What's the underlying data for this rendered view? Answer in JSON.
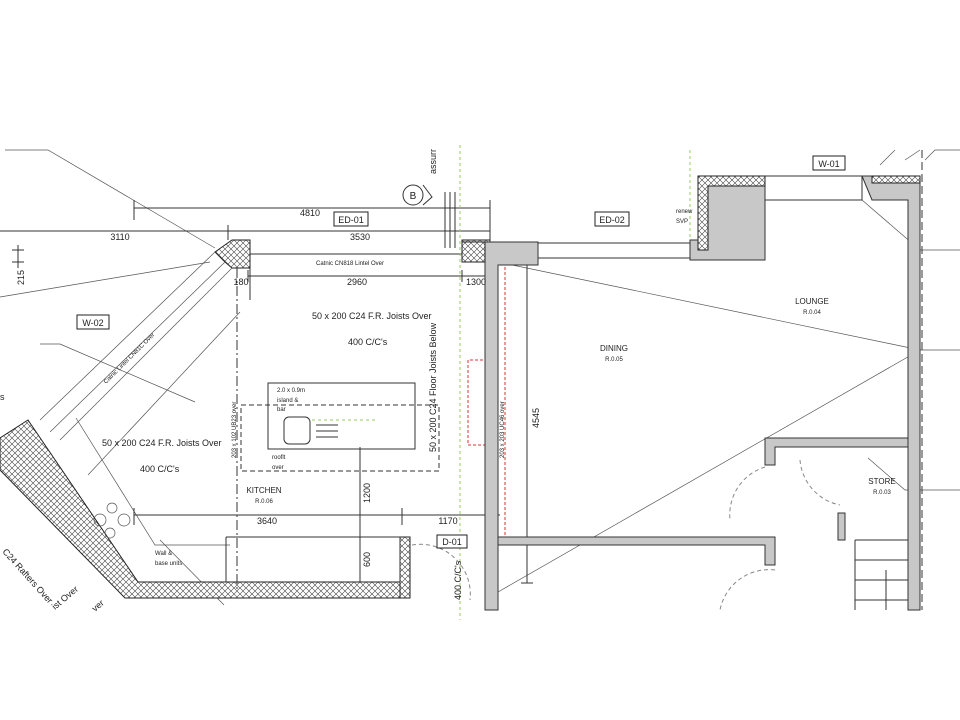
{
  "section_marker": "B",
  "assurr": "assurr",
  "dimensions": {
    "d4810": "4810",
    "d3110": "3110",
    "d3530": "3530",
    "d215": "215",
    "d180": "180",
    "d2960": "2960",
    "d1300": "1300",
    "d3640": "3640",
    "d1170": "1170",
    "d1200": "1200",
    "d600": "600",
    "d4545": "4545"
  },
  "tags": {
    "ed01": "ED-01",
    "ed02": "ED-02",
    "w01": "W-01",
    "w02": "W-02",
    "d01": "D-01"
  },
  "notes": {
    "lintel_top": "Catnic CN818 Lintel Over",
    "lintel_diag": "Catnic Lintel CN81C Over",
    "joists_top": "50 x 200 C24 F.R. Joists Over",
    "joists_top_cc": "400 C/C's",
    "joists_left": "50 x 200 C24 F.R. Joists Over",
    "joists_left_cc": "400 C/C's",
    "island_1": "2.0 x 0.9m",
    "island_2": "island &",
    "island_3": "bar",
    "rooflt_1": "rooflt",
    "rooflt_2": "over",
    "ub": "203 x 102 UB23  over",
    "floor_joists": "50 x 200 C24 Floor Joists Below",
    "uc": "203 x 203 UC46 over",
    "wall_units_1": "Wall &",
    "wall_units_2": "base units",
    "cc_d01": "400 C/C's",
    "svp_1": "renew",
    "svp_2": "SVP",
    "rafters": "C24 Rafters Over",
    "joist_over": "ist Over",
    "ver": "ver",
    "edge_s": "s"
  },
  "rooms": {
    "kitchen": {
      "name": "KITCHEN",
      "ref": "R.0.06"
    },
    "dining": {
      "name": "DINING",
      "ref": "R.0.05"
    },
    "lounge": {
      "name": "LOUNGE",
      "ref": "R.0.04"
    },
    "store": {
      "name": "STORE",
      "ref": "R.0.03"
    }
  }
}
